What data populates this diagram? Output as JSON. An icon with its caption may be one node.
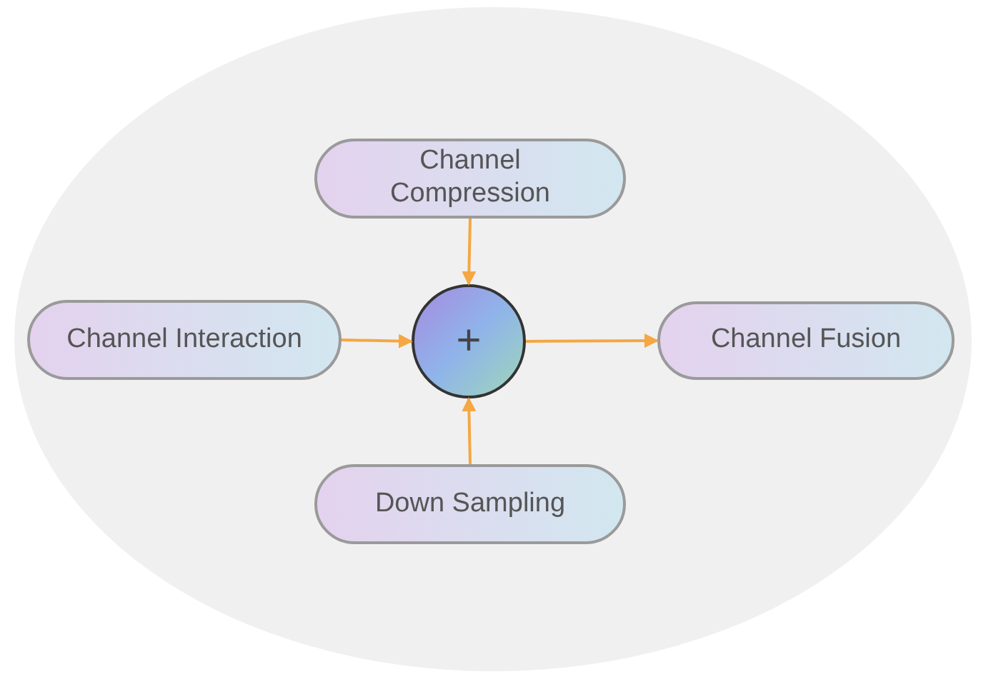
{
  "diagram": {
    "nodes": [
      {
        "text": [],
        "shape": "ellipse"
      },
      {
        "text": [
          "Channel Compression"
        ],
        "in": 0
      },
      {
        "text": [
          "Channel Interaction"
        ],
        "in": 0
      },
      {
        "text": [
          "+"
        ],
        "in": 0
      },
      {
        "text": [
          "Channel Fusion"
        ],
        "in": 0
      },
      {
        "text": [
          "Down Sampling"
        ],
        "in": 0
      }
    ],
    "edges": [
      {
        "from": 1,
        "to": 3,
        "arrow": "to"
      },
      {
        "from": 2,
        "to": 3,
        "arrow": "to"
      },
      {
        "from": 5,
        "to": 3,
        "arrow": "to"
      },
      {
        "from": 3,
        "to": 4,
        "arrow": "to"
      }
    ]
  }
}
